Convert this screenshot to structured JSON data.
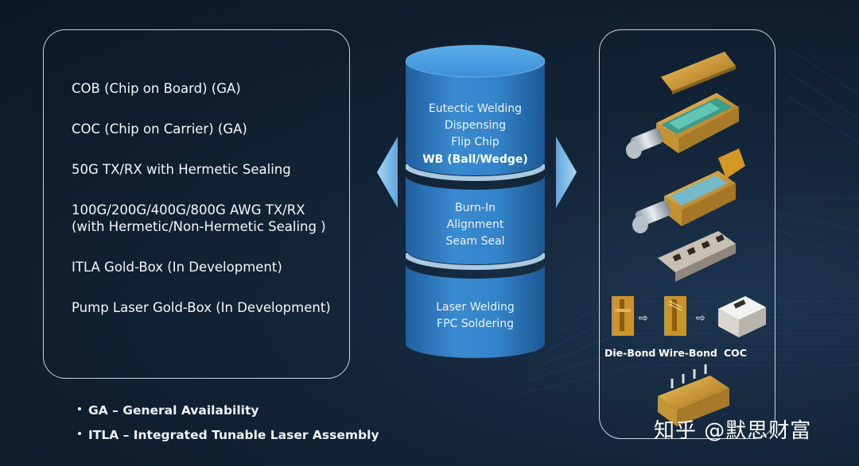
{
  "capabilities": [
    "COB (Chip on Board) (GA)",
    "COC (Chip on Carrier) (GA)",
    "50G TX/RX with Hermetic Sealing",
    "100G/200G/400G/800G AWG TX/RX\n(with Hermetic/Non-Hermetic Sealing )",
    "ITLA Gold-Box (In Development)",
    "Pump Laser Gold-Box (In Development)"
  ],
  "process": {
    "tier1_lines": "Eutectic Welding\nDispensing\nFlip Chip",
    "tier1_bold": "WB (Ball/Wedge)",
    "tier2_lines": "Burn-In\nAlignment\nSeam Seal",
    "tier3_lines": "Laser Welding\nFPC Soldering"
  },
  "footnotes": [
    "GA – General Availability",
    "ITLA – Integrated Tunable Laser Assembly"
  ],
  "process_flow": {
    "step1": "Die-Bond",
    "step2": "Wire-Bond",
    "step3": "COC"
  },
  "watermark": "知乎 @默思财富",
  "colors": {
    "background": "#0f1d2e",
    "cylinder_blue": "#2f7fc8",
    "cylinder_top": "#4d9ee3",
    "arrow_blue": "#8fc6f0",
    "gold": "#d4a73f"
  }
}
